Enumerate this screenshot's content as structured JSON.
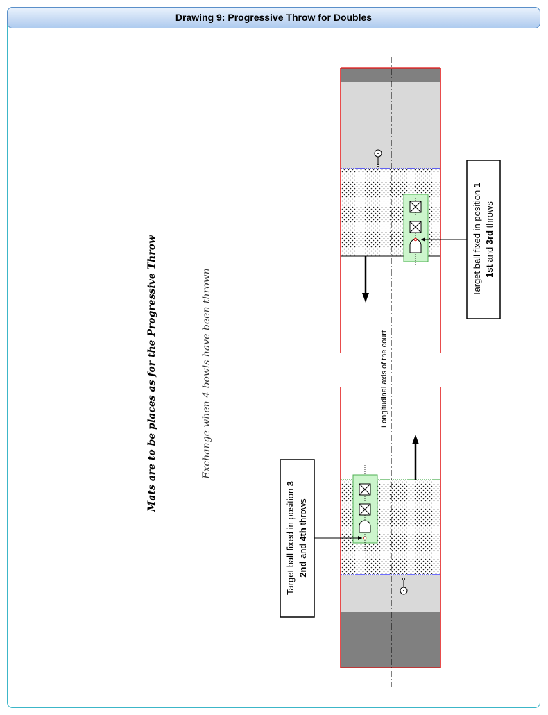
{
  "title": "Drawing 9: Progressive Throw for Doubles",
  "notes": {
    "mats": "Mats are to be places as for the Progressive Throw",
    "exchange": "Exchange when 4 bowls have been thrown"
  },
  "axis_label": "Longitudinal axis of the court",
  "callout_top": {
    "line1": "Target ball fixed in position ",
    "line1_num": "1",
    "line2_a": "1st",
    "line2_b": " and ",
    "line2_c": "3rd",
    "line2_d": " throws"
  },
  "callout_bottom": {
    "line1": "Target ball fixed in position ",
    "line1_num": "3",
    "line2_a": "2nd",
    "line2_b": " and ",
    "line2_c": "4th",
    "line2_d": " throws"
  },
  "colors": {
    "court_border": "#e01010",
    "dark_zone": "#808080",
    "light_zone": "#d9d9d9",
    "mat_fill": "#ccf5cc",
    "blue_line": "#1a1aff",
    "green_line": "#4caf50"
  }
}
